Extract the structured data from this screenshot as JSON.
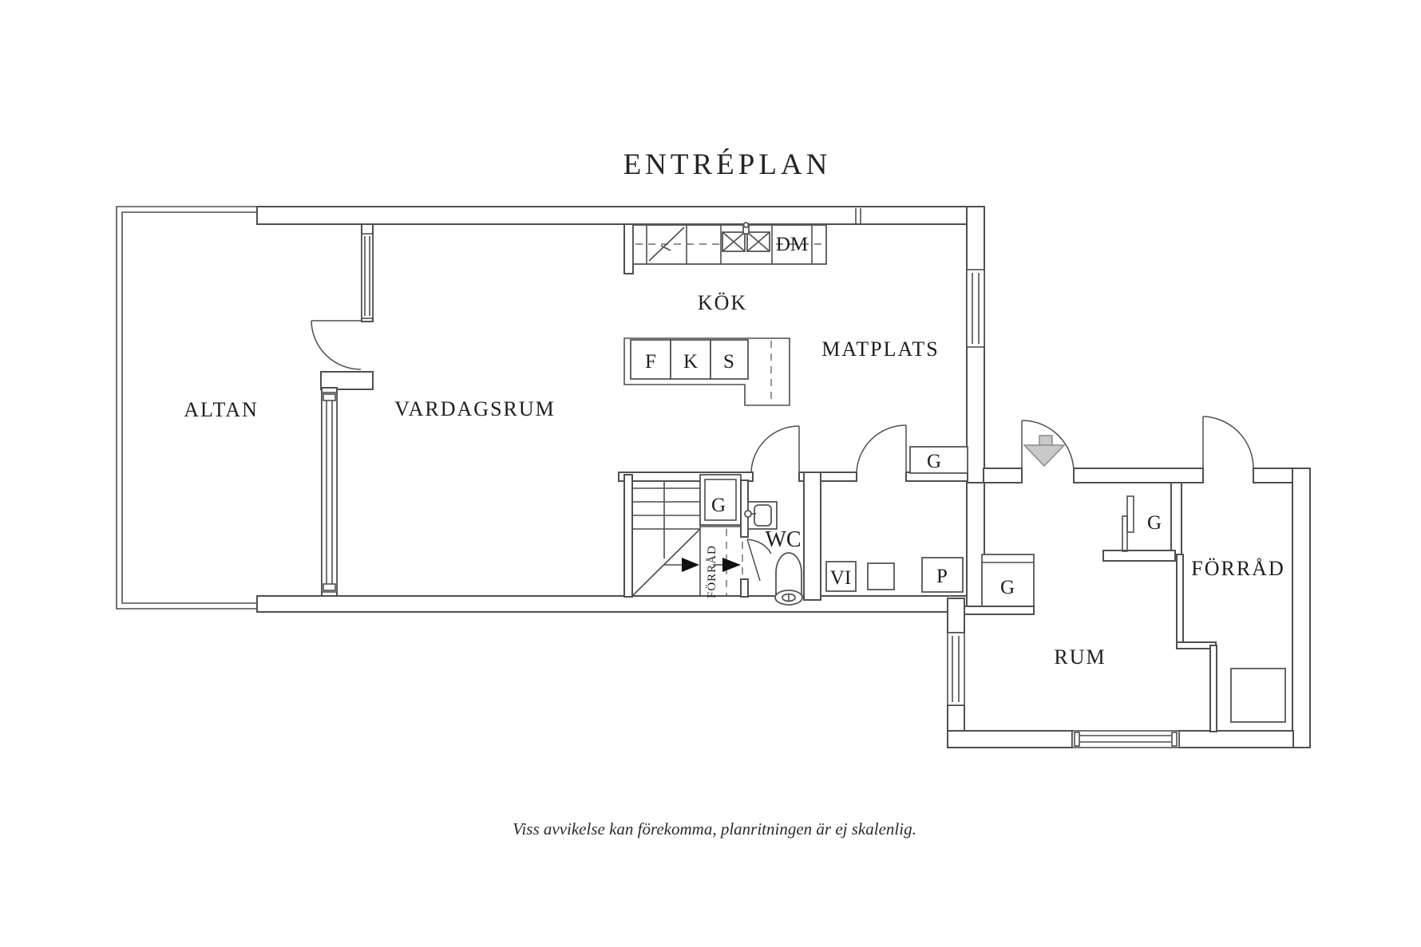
{
  "title": "ENTRÉPLAN",
  "disclaimer": "Viss avvikelse kan förekomma, planritningen är ej skalenlig.",
  "rooms": {
    "altan": "ALTAN",
    "vardagsrum": "VARDAGSRUM",
    "kok": "KÖK",
    "matplats": "MATPLATS",
    "wc": "WC",
    "rum": "RUM",
    "forrad_right": "FÖRRÅD",
    "forrad_understairs": "FÖRRÅD"
  },
  "fixtures": {
    "freezer": "F",
    "fridge": "K",
    "pantry": "S",
    "dishwasher": "DM",
    "closet": "G",
    "washer": "VI",
    "boiler": "P"
  },
  "colors": {
    "background": "#ffffff",
    "wall_line": "#4f4f4f",
    "text": "#1e1e1e",
    "entry_arrow_fill": "#c9c9c9",
    "entry_arrow_stroke": "#8a8a8a"
  }
}
